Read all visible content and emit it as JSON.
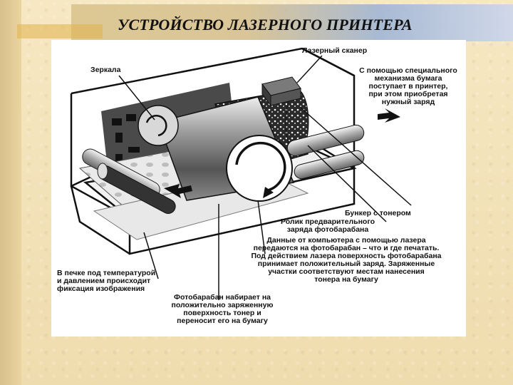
{
  "title": "УСТРОЙСТВО ЛАЗЕРНОГО ПРИНТЕРА",
  "labels": {
    "mirrors": "Зеркала",
    "laser_scanner": "Лазерный сканер",
    "paper_charge": [
      "С помощью специального",
      "механизма бумага",
      "поступает в принтер,",
      "при этом приобретая",
      "нужный заряд"
    ],
    "toner_bunker": "Бункер с тонером",
    "precharge_roller": [
      "Ролик предварительного",
      "заряда фотобарабана"
    ],
    "computer_data": [
      "Данные от компьютера с помощью лазера",
      "передаются на фотобарабан – что и где печатать.",
      "Под действием лазера поверхность фотобарабана",
      "принимает положительный заряд. Заряженные",
      "участки соответствуют местам нанесения",
      "тонера на бумагу"
    ],
    "oven": [
      "В печке под температурой",
      "и давлением происходит",
      "фиксация изображения"
    ],
    "drum_toner": [
      "Фотобарабан набирает на",
      "положительно заряженную",
      "поверхность тонер и",
      "переносит его на бумагу"
    ]
  },
  "colors": {
    "background": "#f3e3b9",
    "accent_blue": "#9bb2d7",
    "accent_gold": "#e0b24d"
  }
}
